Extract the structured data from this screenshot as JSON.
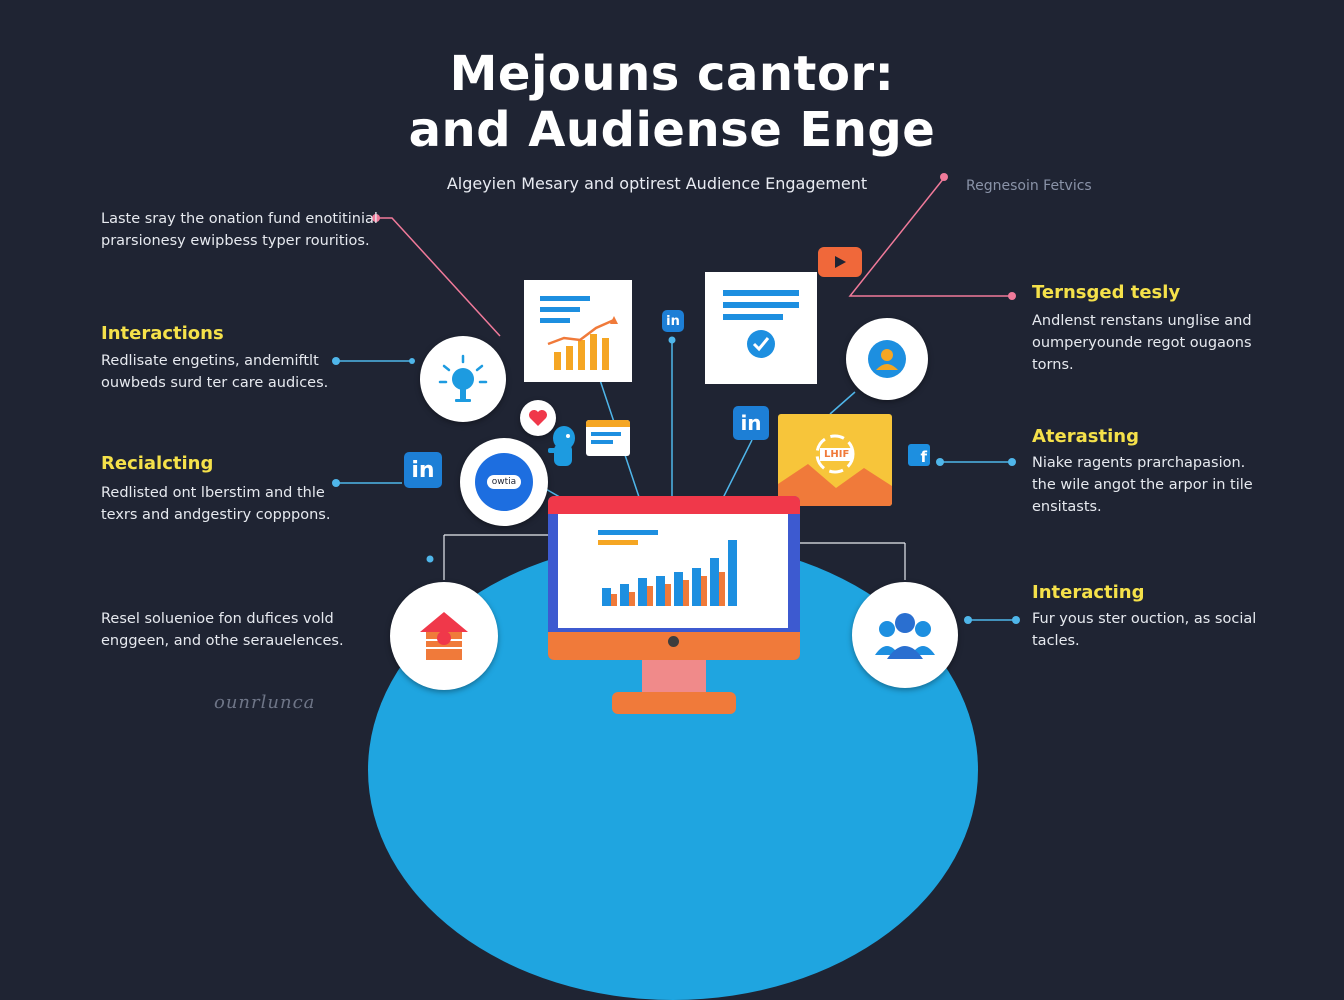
{
  "header": {
    "title_line1": "Mejouns cantor:",
    "title_line2": "and Audiense Enge",
    "subtitle": "Algeyien Mesary and optirest Audience Engagement",
    "top_right_label": "Regnesoin Fetvics"
  },
  "left": {
    "intro": {
      "line1": "Laste sray the onation fund enotitinial",
      "line2": "prarsionesy ewipbess typer rouritios."
    },
    "interactions": {
      "heading": "Interactions",
      "line1": "Redlisate engetins, andemiftlt",
      "line2": "ouwbeds surd ter care audices."
    },
    "recialcting": {
      "heading": "Recialcting",
      "line1": "Redlisted ont lberstim and thle",
      "line2": "texrs and andgestiry copppons."
    },
    "resel": {
      "line1": "Resel soluenioe fon dufices vold",
      "line2": "enggeen, and othe serauelences."
    }
  },
  "right": {
    "ternsged": {
      "heading": "Ternsged tesly",
      "line1": "Andlenst renstans unglise and",
      "line2": "oumperyounde regot ougaons",
      "line3": "torns."
    },
    "aterasting": {
      "heading": "Aterasting",
      "line1": "Niake ragents prarchapasion.",
      "line2": "the wile angot the arpor in tile",
      "line3": "ensitasts."
    },
    "interacting": {
      "heading": "Interacting",
      "line1": "Fur yous ster ouction, as social",
      "line2": "tacles."
    }
  },
  "badges": {
    "linkedin": "in",
    "facebook": "f",
    "pill": "owtia",
    "card_label": "LHIF"
  },
  "watermark": "ounrlunca",
  "colors": {
    "background": "#1f2433",
    "accent_yellow": "#f5e14a",
    "accent_blue": "#1fa5e0",
    "accent_pink": "#f06b8a",
    "accent_orange": "#f07a3a"
  },
  "icons": [
    "lightbulb-icon",
    "chart-icon",
    "document-check-icon",
    "user-icon",
    "heart-icon",
    "play-icon",
    "team-icon",
    "house-icon",
    "monitor-icon"
  ]
}
